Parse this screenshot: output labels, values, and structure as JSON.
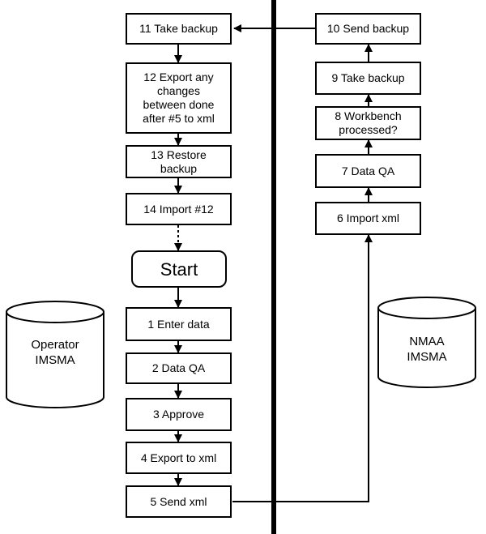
{
  "steps": {
    "s11": "11 Take backup",
    "s12": "12 Export any\nchanges\nbetween done\nafter #5 to xml",
    "s13": "13 Restore\nbackup",
    "s14": "14 Import #12",
    "start": "Start",
    "s1": "1 Enter data",
    "s2": "2 Data QA",
    "s3": "3 Approve",
    "s4": "4 Export to xml",
    "s5": "5 Send xml",
    "s10": "10 Send backup",
    "s9": "9 Take backup",
    "s8": "8 Workbench\nprocessed?",
    "s7": "7 Data QA",
    "s6": "6 Import xml"
  },
  "databases": {
    "operator": "Operator\nIMSMA",
    "nmaa": "NMAA\nIMSMA"
  }
}
